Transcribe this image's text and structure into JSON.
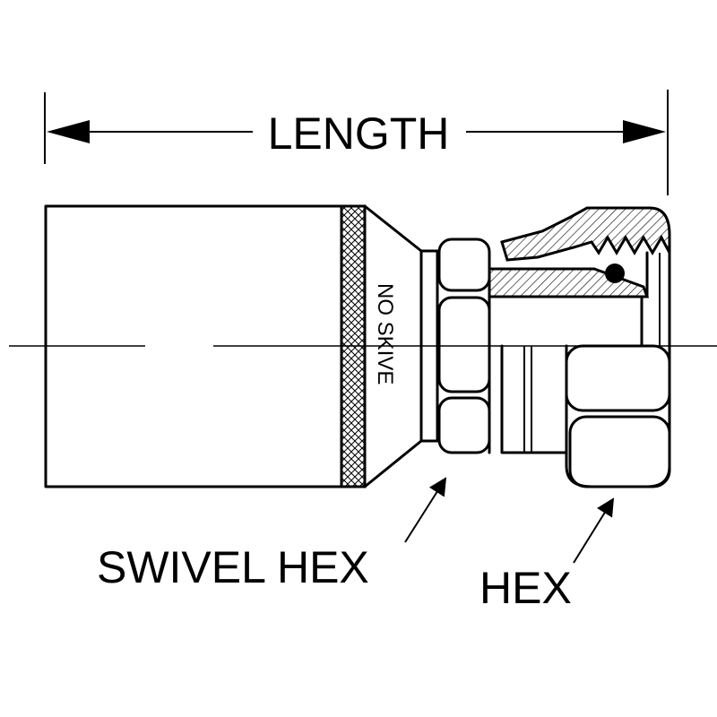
{
  "labels": {
    "length": "LENGTH",
    "swivel_hex": "SWIVEL HEX",
    "hex": "HEX",
    "no_skive": "NO SKIVE"
  },
  "colors": {
    "line": "#000000",
    "background": "#ffffff"
  }
}
